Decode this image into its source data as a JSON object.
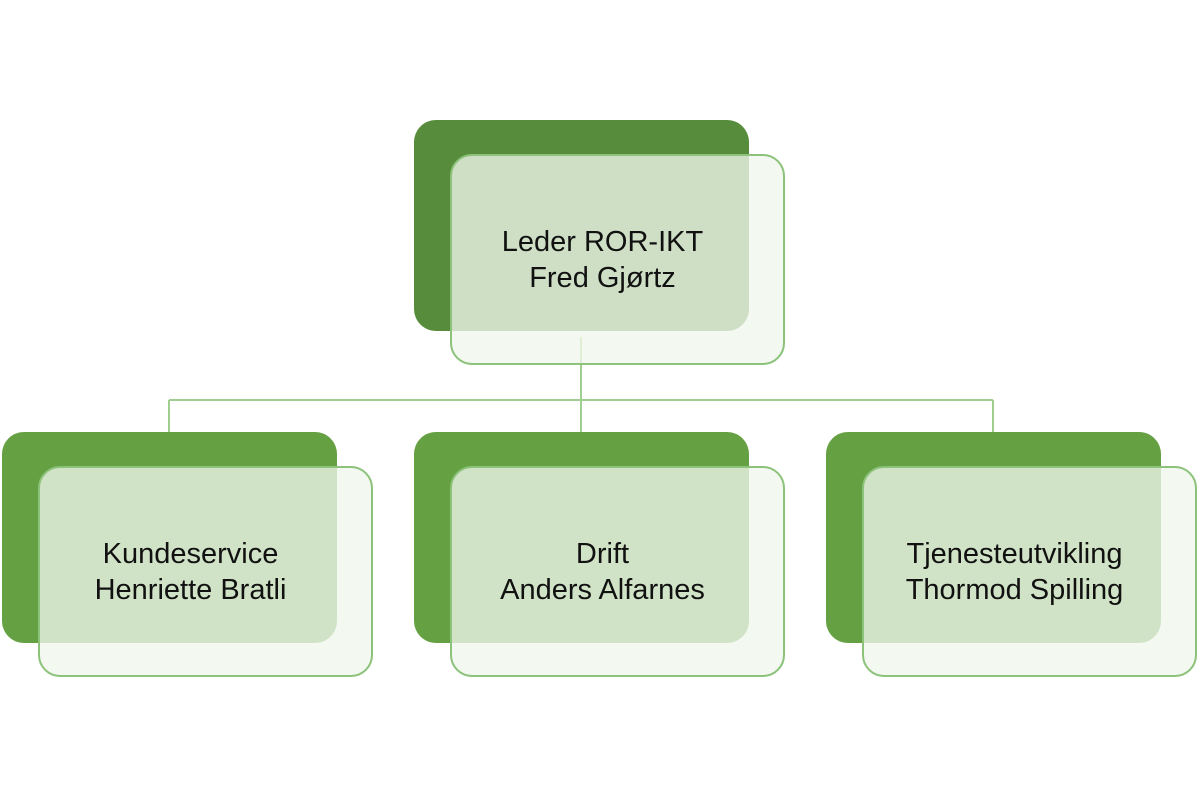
{
  "colors": {
    "leader_back": "#568c3b",
    "child_back": "#65a042",
    "front_border": "#8cc27a",
    "front_fill": "#f0f6ec",
    "connector": "#9fcf8f"
  },
  "nodes": {
    "leader": {
      "title": "Leder ROR-IKT",
      "name": "Fred Gjørtz"
    },
    "kundeservice": {
      "title": "Kundeservice",
      "name": "Henriette Bratli"
    },
    "drift": {
      "title": "Drift",
      "name": "Anders Alfarnes"
    },
    "tjenesteutvikling": {
      "title": "Tjenesteutvikling",
      "name": "Thormod Spilling"
    }
  }
}
